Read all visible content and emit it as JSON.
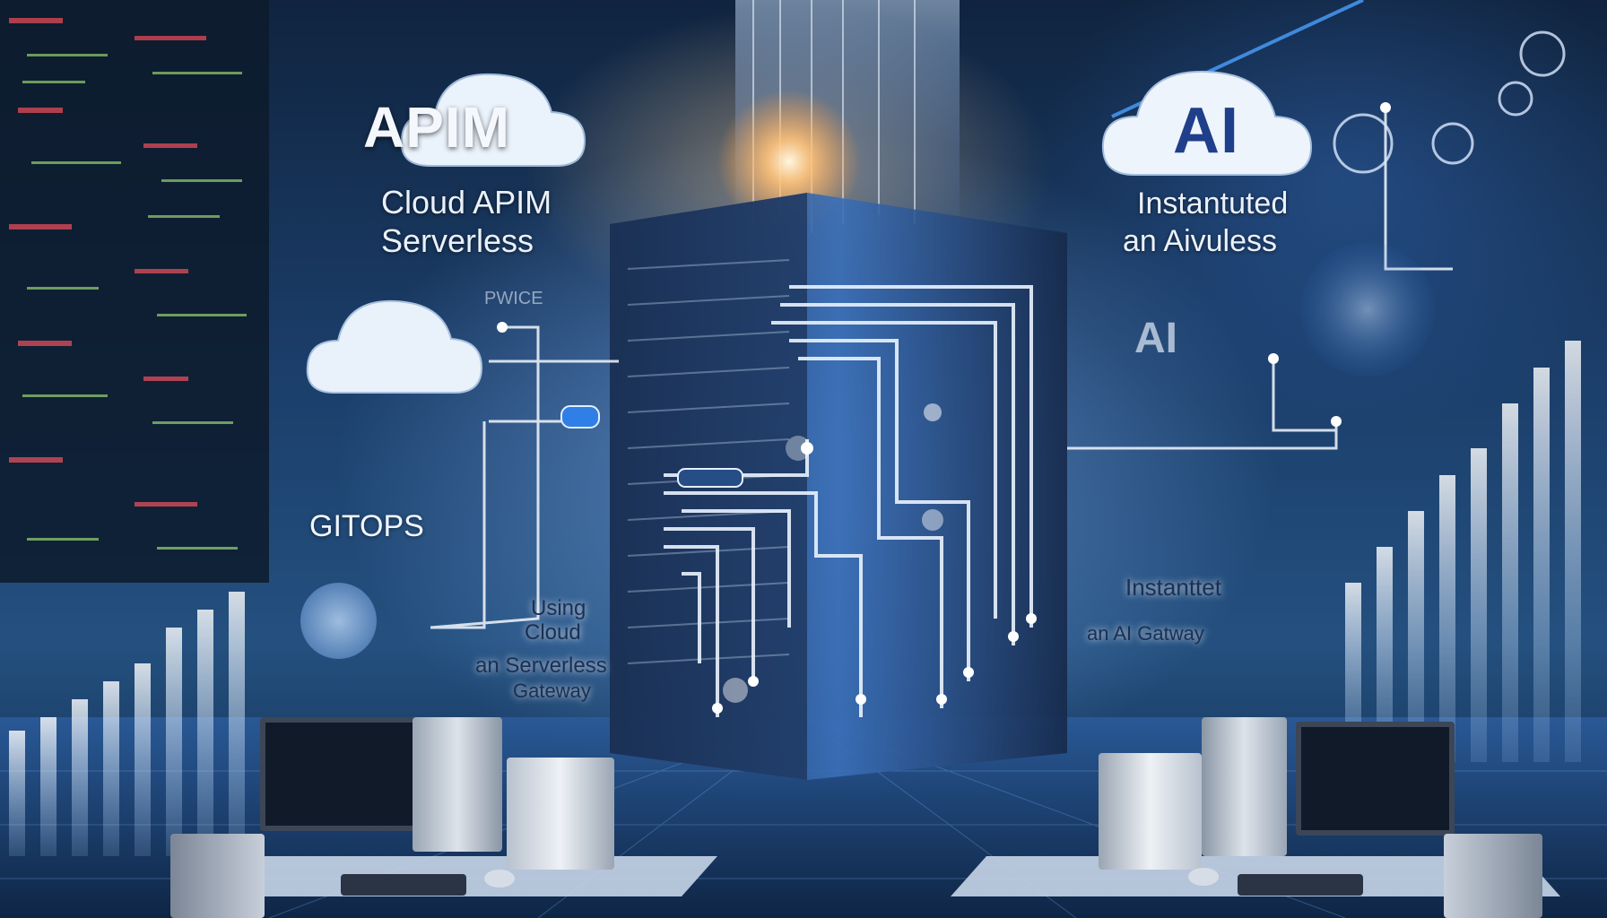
{
  "left_panel": {
    "title": "APIM",
    "line1": "Cloud APIM",
    "line2": "Serverless",
    "faint_word": "PWICE"
  },
  "right_panel": {
    "cloud_label": "AI",
    "line1": "Instantuted",
    "line2": "an Aivuless",
    "chip_label": "AI"
  },
  "gitops_label": "GITOPS",
  "center_left_text": {
    "line1": "Using",
    "line2": "Cloud",
    "line3": "an Serverless",
    "line4": "Gateway"
  },
  "center_right_text": {
    "line1": "Instanttet",
    "line2": "an AI Gatway"
  },
  "colors": {
    "accent_blue": "#2f7fe6",
    "glow_orange": "#ffb36b",
    "cloud_white": "#e9f1fb",
    "dark_navy": "#0b1a33"
  },
  "icons": [
    "cloud-icon",
    "ai-cloud-icon",
    "server-tower-icon",
    "monitor-icon",
    "keyboard-icon",
    "mouse-icon",
    "connector-node-icon"
  ]
}
